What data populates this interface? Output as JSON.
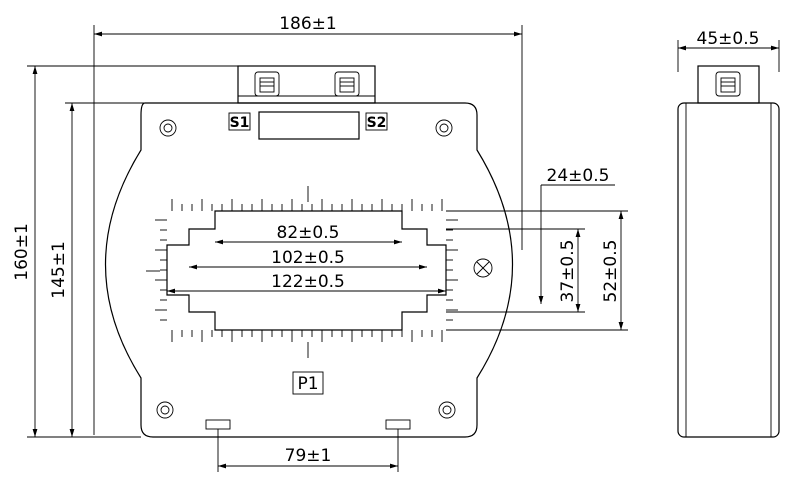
{
  "dimensions": {
    "overall_width": "186±1",
    "side_depth": "45±0.5",
    "outer_height": "160±1",
    "inner_height": "145±1",
    "window_top_offset": "24±0.5",
    "window_inner_height": "37±0.5",
    "window_outer_height": "52±0.5",
    "window_width_1": "82±0.5",
    "window_width_2": "102±0.5",
    "window_width_3": "122±0.5",
    "slot_spacing": "79±1"
  },
  "terminals": {
    "s1": "S1",
    "s2": "S2",
    "p1": "P1"
  }
}
